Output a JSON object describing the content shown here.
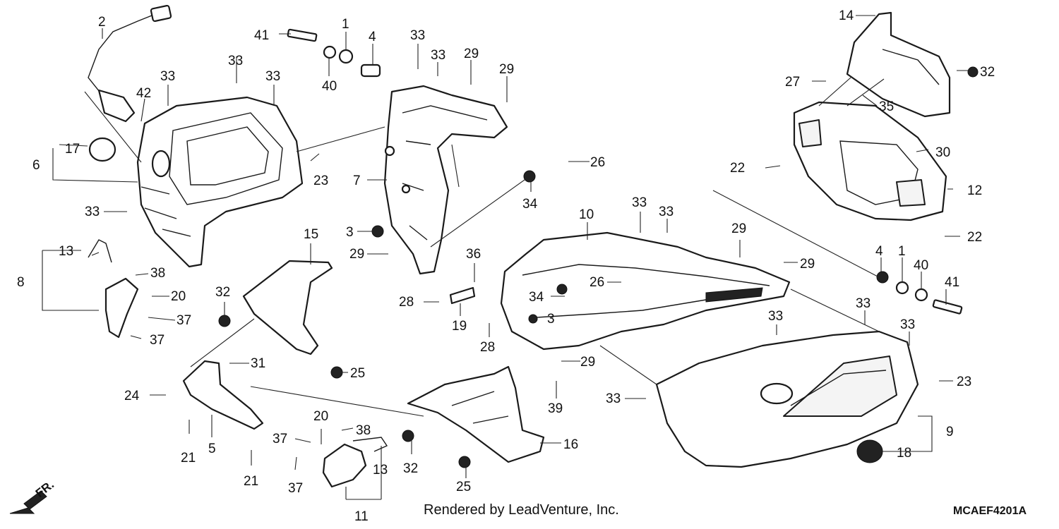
{
  "credit": "Rendered by LeadVenture, Inc.",
  "diagram_code": "MCAEF4201A",
  "direction_label": "FR.",
  "callouts": [
    "1",
    "2",
    "3",
    "4",
    "5",
    "6",
    "7",
    "8",
    "9",
    "10",
    "11",
    "12",
    "13",
    "14",
    "15",
    "16",
    "17",
    "18",
    "19",
    "20",
    "21",
    "22",
    "23",
    "24",
    "25",
    "26",
    "27",
    "28",
    "29",
    "30",
    "31",
    "32",
    "33",
    "34",
    "35",
    "36",
    "37",
    "38",
    "39",
    "40",
    "41",
    "42"
  ]
}
